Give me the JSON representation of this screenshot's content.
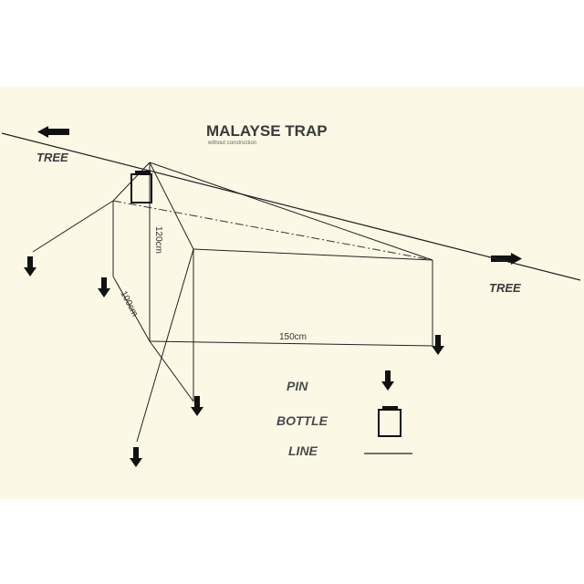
{
  "title": "MALAYSE TRAP",
  "subtitle": "without construction",
  "trees": {
    "left": "TREE",
    "right": "TREE"
  },
  "dimensions": {
    "height": "120cm",
    "depth": "100cm",
    "length": "150cm"
  },
  "legend": {
    "pin": "PIN",
    "bottle": "BOTTLE",
    "line": "LINE"
  },
  "colors": {
    "paper": "#fbf9e6",
    "ink": "#222222"
  },
  "icons": [
    "pin-arrow-icon",
    "bottle-icon",
    "tree-direction-arrow-icon"
  ]
}
